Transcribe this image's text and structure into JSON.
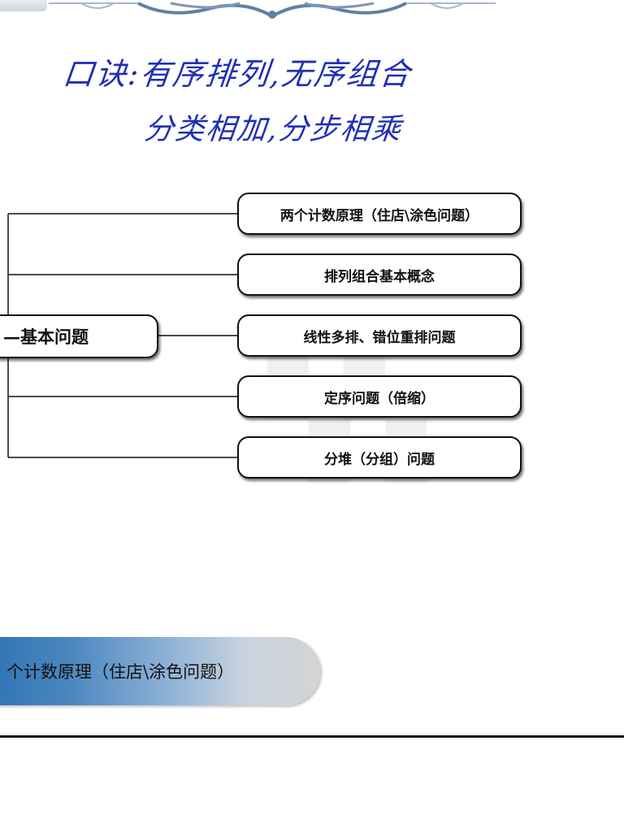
{
  "handwritten_note": {
    "line1": "口诀:有序排列,无序组合",
    "line2": "分类相加,分步相乘"
  },
  "mindmap": {
    "root": "—基本问题",
    "children": [
      "两个计数原理（住店\\涂色问题）",
      "排列组合基本概念",
      "线性多排、错位重排问题",
      "定序问题（倍缩）",
      "分堆（分组）问题"
    ]
  },
  "section_banner": {
    "label": "个计数原理（住店\\涂色问题）"
  },
  "colors": {
    "handwriting": "#1f2fb5",
    "banner_start": "#2f73b4",
    "banner_end": "#d4d4d4"
  }
}
